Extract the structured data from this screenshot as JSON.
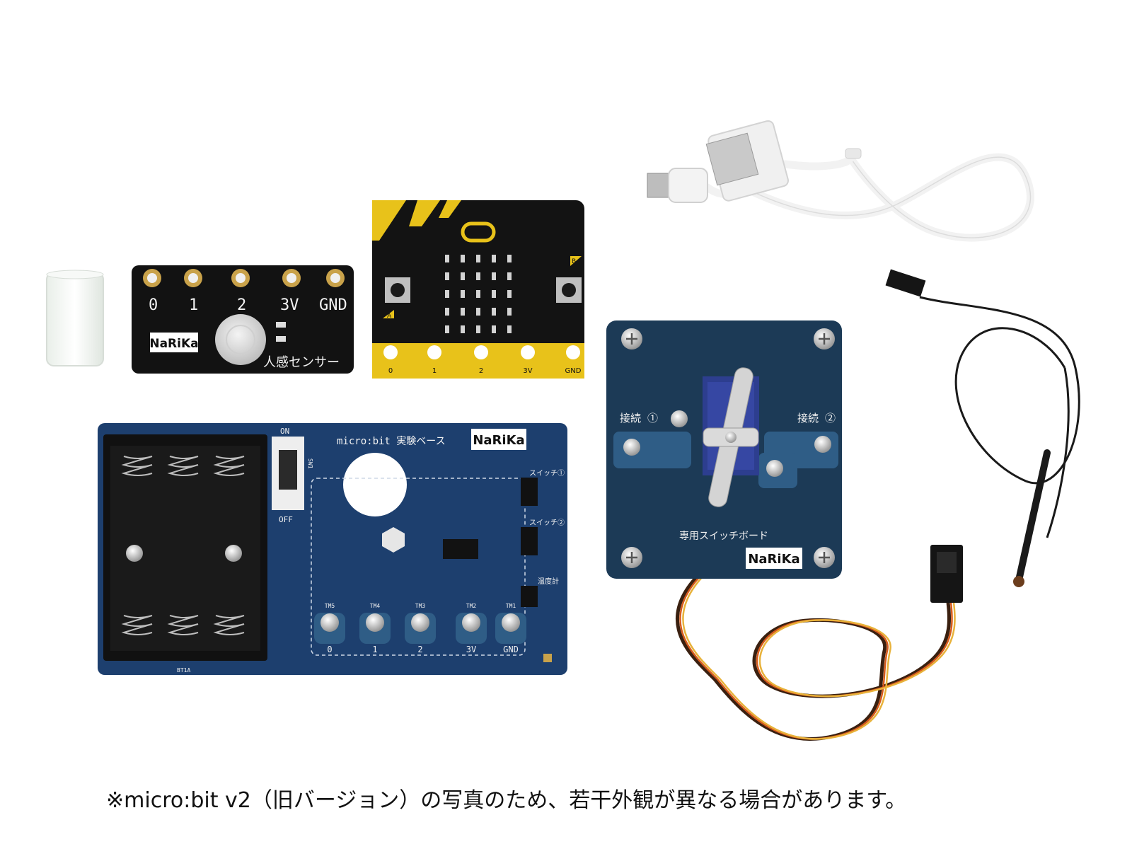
{
  "pir_sensor": {
    "pins": [
      "0",
      "1",
      "2",
      "3V",
      "GND"
    ],
    "brand": "NaRiKa",
    "label": "人感センサー"
  },
  "microbit": {
    "pins": [
      "0",
      "1",
      "2",
      "3V",
      "GND"
    ],
    "button_a": "A",
    "button_b": "B"
  },
  "base_board": {
    "switch_on": "ON",
    "switch_off": "OFF",
    "switch_id": "SW1",
    "title": "micro:bit 実験ベース",
    "brand": "NaRiKa",
    "terminal_ids": [
      "TM5",
      "TM4",
      "TM3",
      "TM2",
      "TM1"
    ],
    "terminal_labels": [
      "0",
      "1",
      "2",
      "3V",
      "GND"
    ],
    "connectors": [
      "スイッチ①",
      "スイッチ②",
      "温度計"
    ],
    "battery_id": "BT1A"
  },
  "switch_board": {
    "conn1": "接続 ①",
    "conn2": "接続 ②",
    "title": "専用スイッチボード",
    "brand": "NaRiKa"
  },
  "colors": {
    "base_board": "#1d3f6e",
    "switch_board": "#1c3a56",
    "microbit_yellow": "#e8c21a",
    "pcb_black": "#111111"
  },
  "caption": "※micro:bit v2（旧バージョン）の写真のため、若干外観が異なる場合があります。"
}
